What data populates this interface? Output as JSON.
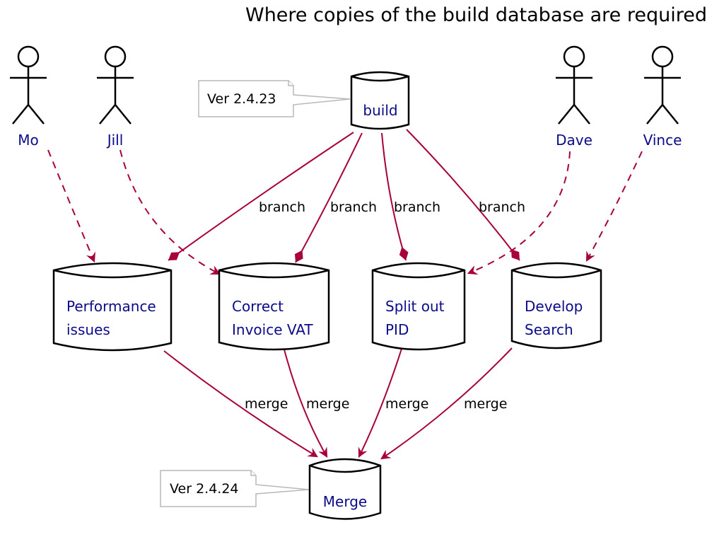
{
  "diagram": {
    "title": "Where copies of the build database are required",
    "colors": {
      "edge": "#a8003c",
      "label": "#0b0b8a",
      "outline": "#000000",
      "note_border": "#b8b8b8"
    },
    "actors": [
      {
        "id": "mo",
        "label": "Mo"
      },
      {
        "id": "jill",
        "label": "Jill"
      },
      {
        "id": "dave",
        "label": "Dave"
      },
      {
        "id": "vince",
        "label": "Vince"
      }
    ],
    "databases": [
      {
        "id": "build",
        "lines": [
          "build"
        ]
      },
      {
        "id": "perf",
        "lines": [
          "Performance",
          "issues"
        ]
      },
      {
        "id": "vat",
        "lines": [
          "Correct",
          "Invoice VAT"
        ]
      },
      {
        "id": "pid",
        "lines": [
          "Split out",
          "PID"
        ]
      },
      {
        "id": "search",
        "lines": [
          "Develop",
          "Search"
        ]
      },
      {
        "id": "merge",
        "lines": [
          "Merge"
        ]
      }
    ],
    "notes": [
      {
        "id": "note-build",
        "text": "Ver 2.4.23"
      },
      {
        "id": "note-merge",
        "text": "Ver 2.4.24"
      }
    ],
    "edges": [
      {
        "from": "build",
        "to": "perf",
        "label": "branch",
        "style": "solid-diamond"
      },
      {
        "from": "build",
        "to": "vat",
        "label": "branch",
        "style": "solid-diamond"
      },
      {
        "from": "build",
        "to": "pid",
        "label": "branch",
        "style": "solid-diamond"
      },
      {
        "from": "build",
        "to": "search",
        "label": "branch",
        "style": "solid-diamond"
      },
      {
        "from": "mo",
        "to": "perf",
        "label": "",
        "style": "dashed-arrow"
      },
      {
        "from": "jill",
        "to": "vat",
        "label": "",
        "style": "dashed-arrow"
      },
      {
        "from": "dave",
        "to": "pid",
        "label": "",
        "style": "dashed-arrow"
      },
      {
        "from": "vince",
        "to": "search",
        "label": "",
        "style": "dashed-arrow"
      },
      {
        "from": "perf",
        "to": "merge",
        "label": "merge",
        "style": "solid-arrow"
      },
      {
        "from": "vat",
        "to": "merge",
        "label": "merge",
        "style": "solid-arrow"
      },
      {
        "from": "pid",
        "to": "merge",
        "label": "merge",
        "style": "solid-arrow"
      },
      {
        "from": "search",
        "to": "merge",
        "label": "merge",
        "style": "solid-arrow"
      }
    ]
  }
}
